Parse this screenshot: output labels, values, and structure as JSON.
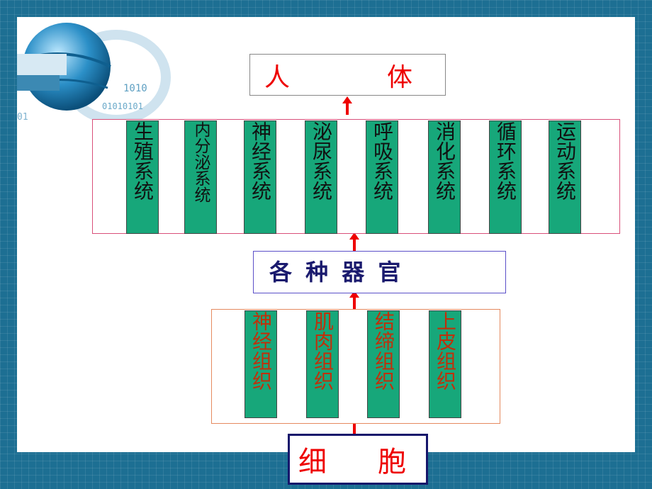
{
  "top": {
    "left": "人",
    "right": "体"
  },
  "systems": [
    "生殖系统",
    "内分泌系统",
    "神经系统",
    "泌尿系统",
    "呼吸系统",
    "消化系统",
    "循环系统",
    "运动系统"
  ],
  "organs": "各 种 器 官",
  "tissues": [
    "神经组织",
    "肌肉组织",
    "结缔组织",
    "上皮组织"
  ],
  "bottom": {
    "left": "细",
    "right": "胞"
  },
  "colors": {
    "cell_fill": "#17a77a",
    "system_text": "#111111",
    "tissue_text": "#c0300a",
    "arrow": "#ee0000",
    "title_text": "#ee0000",
    "organs_text": "#1a1a6e",
    "slide_bg": "#1d6f93"
  }
}
